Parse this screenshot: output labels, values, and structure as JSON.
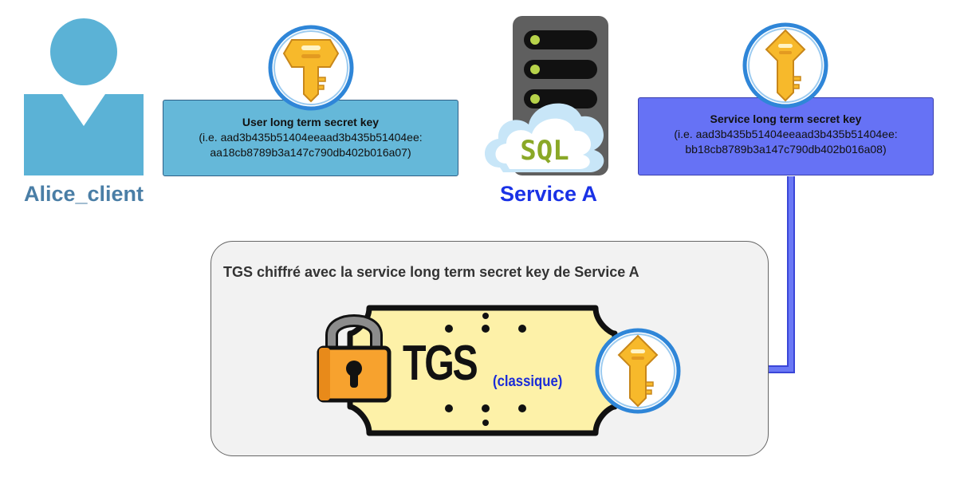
{
  "alice": {
    "label": "Alice_client"
  },
  "user_key": {
    "title": "User long term secret key",
    "line1": "(i.e. aad3b435b51404eeaad3b435b51404ee:",
    "line2": "aa18cb8789b3a147c790db402b016a07)"
  },
  "service": {
    "label": "Service A",
    "server_text": "SQL"
  },
  "service_key": {
    "title": "Service long term secret key",
    "line1": "(i.e. aad3b435b51404eeaad3b435b51404ee:",
    "line2": "bb18cb8789b3a147c790db402b016a08)"
  },
  "tgs": {
    "caption": "TGS chiffré avec la service long term secret key de Service A",
    "title": "TGS",
    "subtitle": "(classique)"
  },
  "colors": {
    "user_blue": "#5bb2d6",
    "user_box": "#65b8d9",
    "service_box": "#6672f5",
    "service_label": "#1a32e6",
    "arrow": "#5a68f0",
    "ticket_fill": "#fdf1a8",
    "key_gold": "#f7b92b",
    "badge_ring": "#2f86d8"
  },
  "icons": {
    "user": "user-icon",
    "server": "database-server-icon",
    "key": "key-icon",
    "lock": "padlock-icon"
  }
}
